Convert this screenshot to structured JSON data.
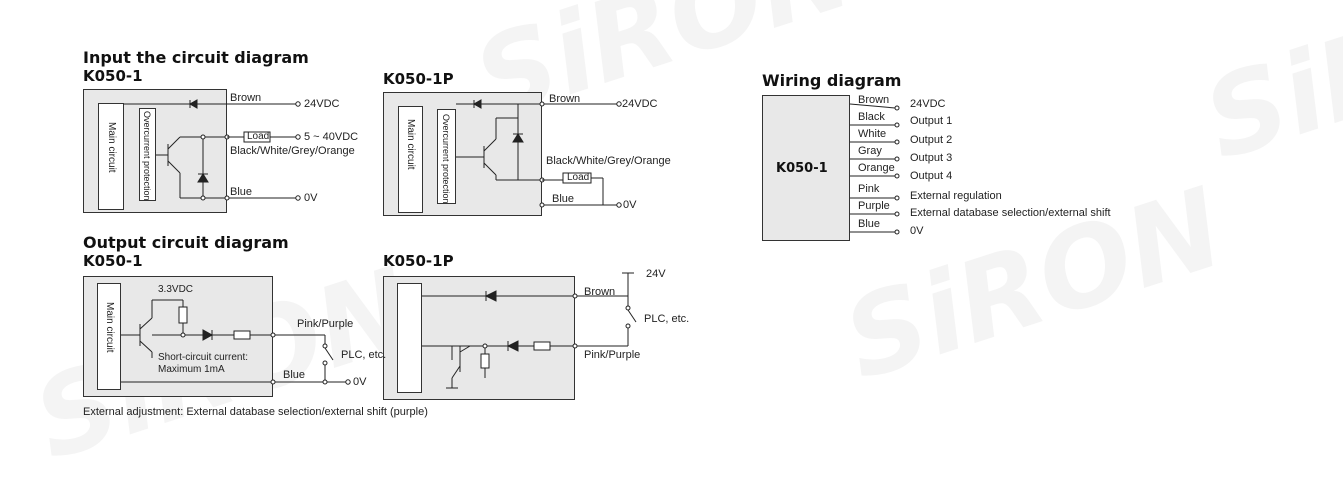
{
  "watermark": "SiRON",
  "input": {
    "title": "Input the circuit diagram",
    "left": {
      "model": "K050-1",
      "main_circuit": "Main circuit",
      "overcurrent": "Overcurrent protection",
      "brown": "Brown",
      "supply": "24VDC",
      "load": "Load",
      "load_range": "5 ~ 40VDC",
      "signal": "Black/White/Grey/Orange",
      "blue": "Blue",
      "zero": "0V"
    },
    "right": {
      "model": "K050-1P",
      "main_circuit": "Main circuit",
      "overcurrent": "Overcurrent protection",
      "brown": "Brown",
      "supply": "24VDC",
      "signal": "Black/White/Grey/Orange",
      "load": "Load",
      "blue": "Blue",
      "zero": "0V"
    }
  },
  "output": {
    "title": "Output circuit diagram",
    "left": {
      "model": "K050-1",
      "main_circuit": "Main circuit",
      "vref": "3.3VDC",
      "pink": "Pink/Purple",
      "short1": "Short-circuit current:",
      "short2": "Maximum 1mA",
      "plc": "PLC, etc.",
      "blue": "Blue",
      "zero": "0V"
    },
    "right": {
      "model": "K050-1P",
      "supply": "24V",
      "brown": "Brown",
      "plc": "PLC, etc.",
      "pink": "Pink/Purple"
    },
    "footnote": "External adjustment: External database selection/external shift (purple)"
  },
  "wiring": {
    "title": "Wiring diagram",
    "model": "K050-1",
    "rows": [
      {
        "wire": "Brown",
        "signal": "24VDC"
      },
      {
        "wire": "Black",
        "signal": "Output 1"
      },
      {
        "wire": "White",
        "signal": "Output 2"
      },
      {
        "wire": "Gray",
        "signal": "Output 3"
      },
      {
        "wire": "Orange",
        "signal": "Output 4"
      },
      {
        "wire": "Pink",
        "signal": "External regulation"
      },
      {
        "wire": "Purple",
        "signal": "External database selection/external shift"
      },
      {
        "wire": "Blue",
        "signal": "0V"
      }
    ]
  }
}
